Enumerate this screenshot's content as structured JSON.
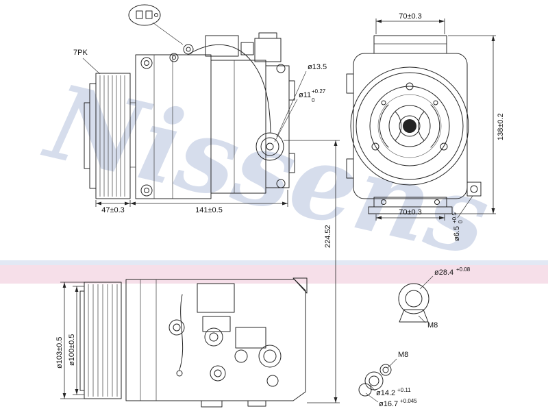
{
  "watermark": "Nissens",
  "colors": {
    "watermark": "#b6c2dd",
    "band": "#f6dfe9",
    "band_top": "#e2e8f4",
    "line": "#242424"
  },
  "labels": {
    "belt": "7PK",
    "port_outer": "ø13.5",
    "port_inner": "ø11",
    "port_inner_sup": "+0.27",
    "port_inner_sub": "0",
    "top_width": "70±0.3",
    "height": "138±0.2",
    "bottom_width": "70±0.3",
    "mount_hole": "ø6.5",
    "mount_hole_sup": "+0.5",
    "mount_hole_sub": "0",
    "pulley_depth": "47±0.3",
    "body_length": "141±0.5",
    "total_length": "224.52",
    "pulley_outer": "ø103±0.5",
    "pulley_inner": "ø100±0.5",
    "bush_dia": "ø28.4",
    "bush_dia_sup": "+0.08",
    "bush_thread": "M8",
    "bolt_thread": "M8",
    "bolt_dia": "ø14.2",
    "bolt_dia_sup": "+0.11",
    "washer_dia": "ø16.7",
    "washer_dia_sup": "+0.045"
  }
}
